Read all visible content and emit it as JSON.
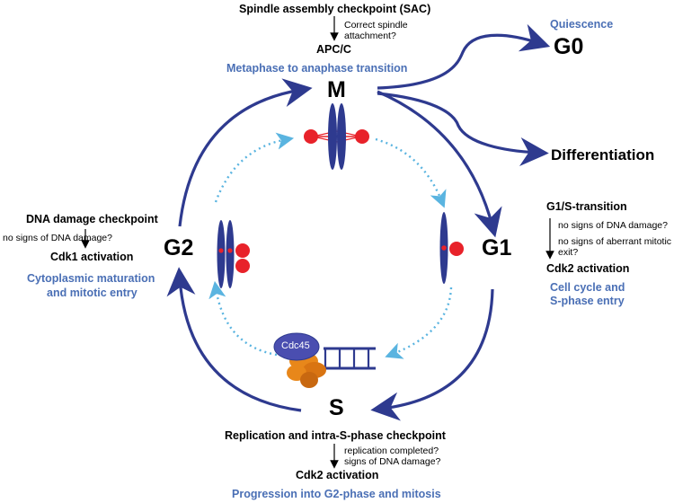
{
  "phases": {
    "m": "M",
    "g1": "G1",
    "s": "S",
    "g2": "G2",
    "g0": "G0"
  },
  "top": {
    "sac_title": "Spindle assembly checkpoint (SAC)",
    "sac_question_1": "Correct spindle",
    "sac_question_2": "attachment?",
    "apc": "APC/C",
    "transition": "Metaphase to anaphase transition"
  },
  "g0_label": "Quiescence",
  "differentiation": "Differentiation",
  "right": {
    "title": "G1/S-transition",
    "q1": "no signs of DNA damage?",
    "q2a": "no signs of aberrant mitotic",
    "q2b": "exit?",
    "activation": "Cdk2 activation",
    "outcome_1": "Cell cycle and",
    "outcome_2": "S-phase entry"
  },
  "left": {
    "title": "DNA damage checkpoint",
    "q1": "no signs of DNA damage?",
    "activation": "Cdk1 activation",
    "outcome_1": "Cytoplasmic maturation",
    "outcome_2": "and mitotic entry"
  },
  "bottom": {
    "title": "Replication and intra-S-phase checkpoint",
    "q1": "replication completed?",
    "q2": "signs of DNA damage?",
    "activation": "Cdk2 activation",
    "outcome": "Progression into G2-phase and mitosis"
  },
  "cdc45": "Cdc45",
  "colors": {
    "cycle_arrow": "#2e3a8f",
    "chromosome": "#2e3a8f",
    "kinetochore": "#e8222a",
    "dotted_arrow": "#5ab4e0",
    "blue_text": "#4a6fb5",
    "helicase": "#e8871a",
    "cdc45_fill": "#4a4eb0"
  }
}
